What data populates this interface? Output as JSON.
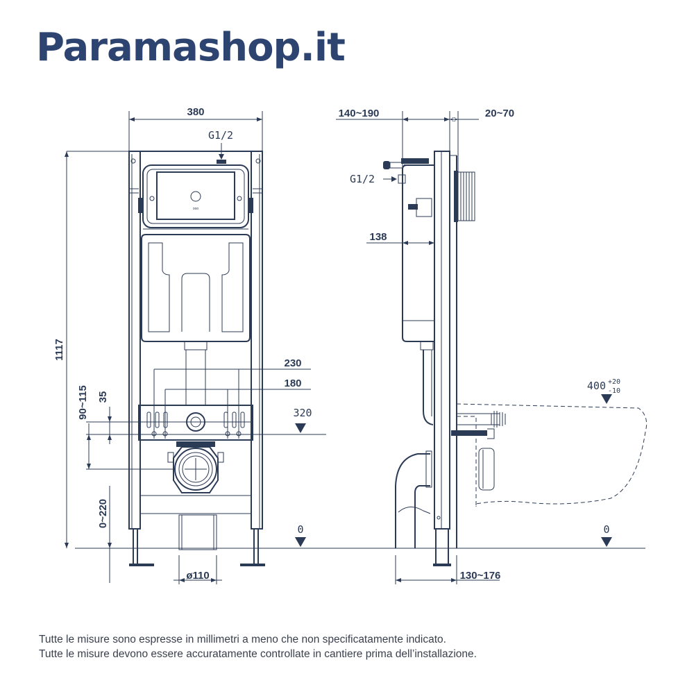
{
  "brand": {
    "name": "Paramashop.it"
  },
  "front_view": {
    "width_label": "380",
    "height_label": "1117",
    "inlet_label": "G1/2",
    "outlet_dia_label": "ø110",
    "bolt_outer_label": "230",
    "bolt_inner_label": "180",
    "bolt_height_label": "35",
    "connect_range_label": "90~115",
    "floor_range_label": "0~220",
    "level_320_label": "320",
    "level_0_label": "0"
  },
  "side_view": {
    "depth_label": "140~190",
    "wall_label": "20~70",
    "inlet_label": "G1/2",
    "tank_depth_label": "138",
    "base_depth_label": "130~176",
    "bowl_height_label": "400",
    "bowl_tol_plus": "+20",
    "bowl_tol_minus": "-10",
    "level_0_label": "0"
  },
  "notes": {
    "line1": "Tutte le misure sono espresse in millimetri a meno che non specificatamente indicato.",
    "line2": "Tutte le misure devono essere accuratamente controllate in cantiere prima dell’installazione."
  },
  "colors": {
    "brand": "#2e4470",
    "ink": "#2b3a55"
  }
}
